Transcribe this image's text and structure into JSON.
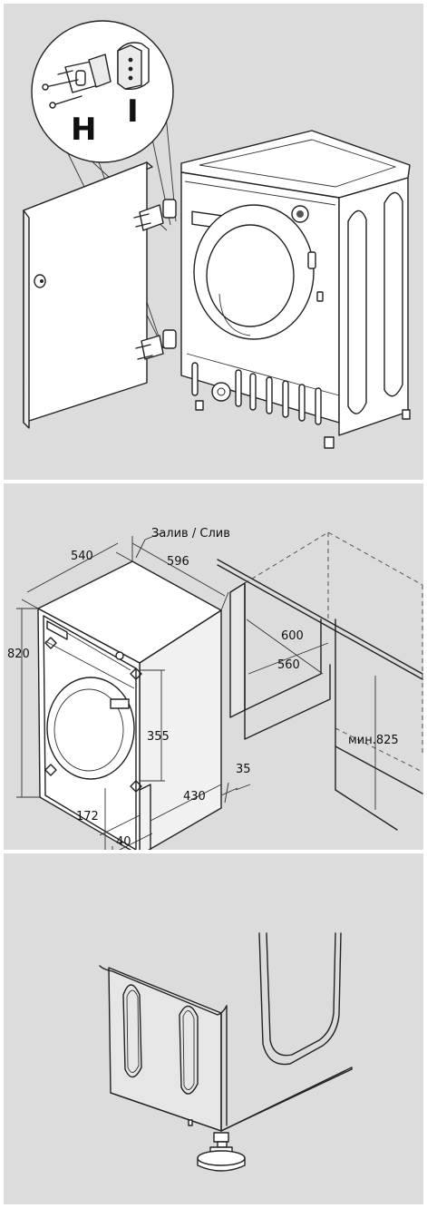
{
  "panel1": {
    "labels": {
      "h": "H",
      "i": "I"
    }
  },
  "panel2": {
    "labels": {
      "inlet_drain": "Залив / Слив",
      "depth": "540",
      "width": "596",
      "height": "820",
      "niche_width": "600",
      "niche_depth": "560",
      "niche_min_height": "мин.825",
      "hinge_spacing": "355",
      "hinge_bottom": "172",
      "door_offset": "40",
      "bottom_depth": "430",
      "back_gap": "35"
    }
  },
  "panel3": {}
}
